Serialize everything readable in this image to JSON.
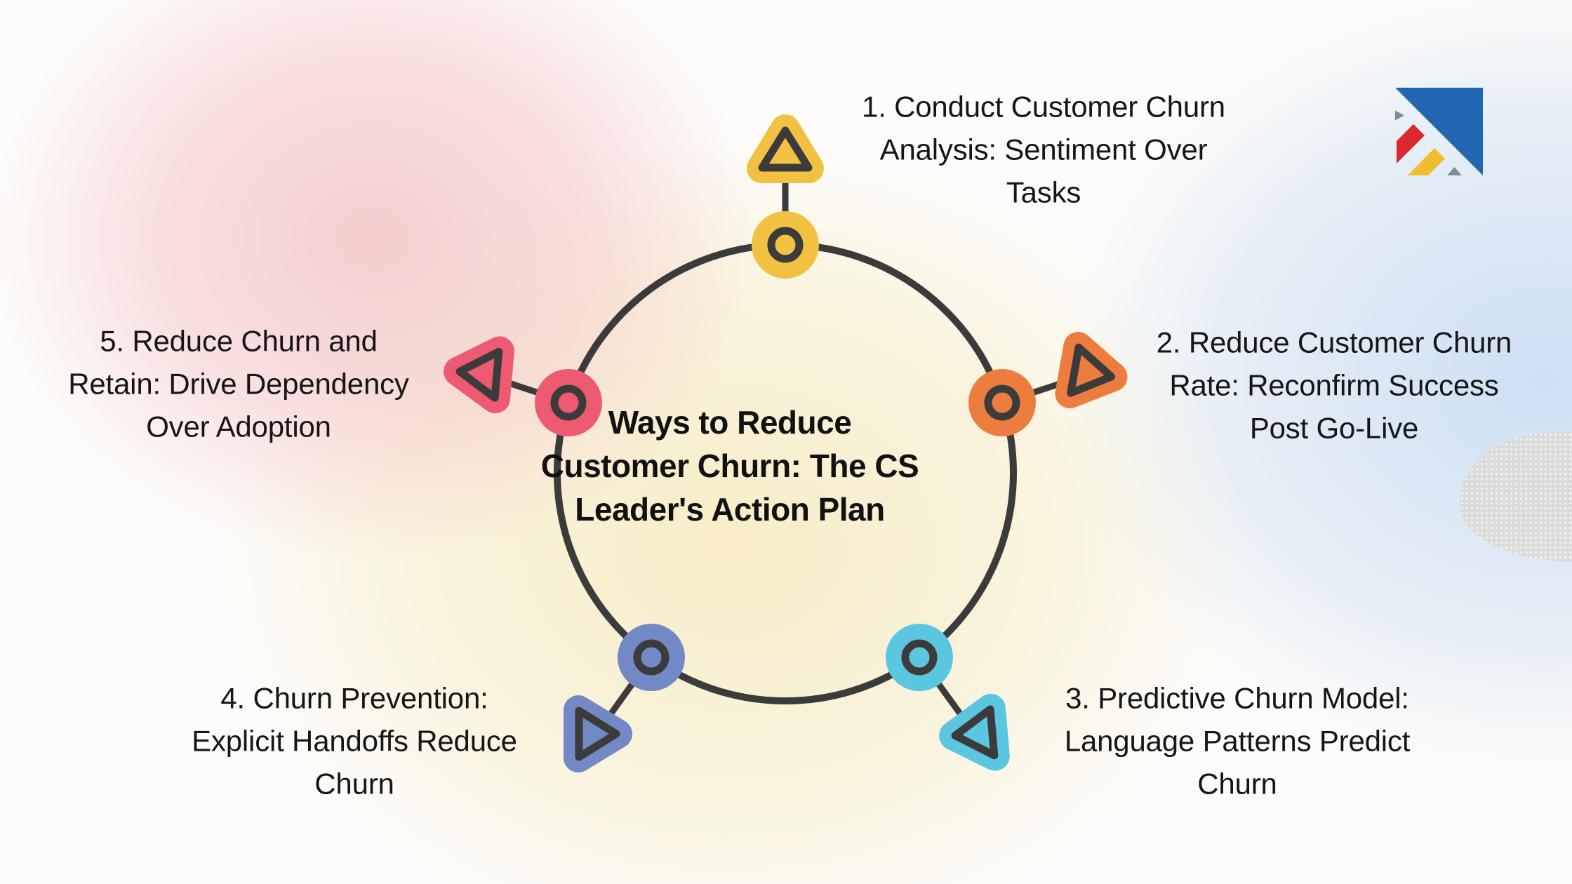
{
  "meta": {
    "type": "circular-cycle-diagram",
    "node_count": 5
  },
  "center": {
    "title": "Ways to Reduce\nCustomer Churn: The CS\nLeader's Action Plan"
  },
  "nodes": [
    {
      "id": 1,
      "position": "top",
      "label": "1. Conduct Customer Churn\nAnalysis: Sentiment Over\nTasks",
      "color": "#F2C141"
    },
    {
      "id": 2,
      "position": "right",
      "label": "2. Reduce Customer Churn\nRate: Reconfirm Success\nPost Go-Live",
      "color": "#ED7D3E"
    },
    {
      "id": 3,
      "position": "bottom-right",
      "label": "3. Predictive Churn Model:\nLanguage Patterns Predict\nChurn",
      "color": "#5BC6E0"
    },
    {
      "id": 4,
      "position": "bottom-left",
      "label": "4. Churn Prevention:\nExplicit Handoffs Reduce\nChurn",
      "color": "#7289C5"
    },
    {
      "id": 5,
      "position": "left",
      "label": "5. Reduce Churn and\nRetain: Drive Dependency\nOver Adoption",
      "color": "#EE5A72"
    }
  ],
  "style_colors": {
    "stroke": "#3B3B3B",
    "background_base": "#FDFCFA",
    "tint_pink": "#F4CBCB",
    "tint_yellow": "#F7ECC4",
    "tint_blue": "#CEE0F3"
  },
  "logo": {
    "blue": "#2166B1",
    "red": "#D9292E",
    "yellow": "#EFBD2D",
    "gray": "#7E8E99"
  }
}
